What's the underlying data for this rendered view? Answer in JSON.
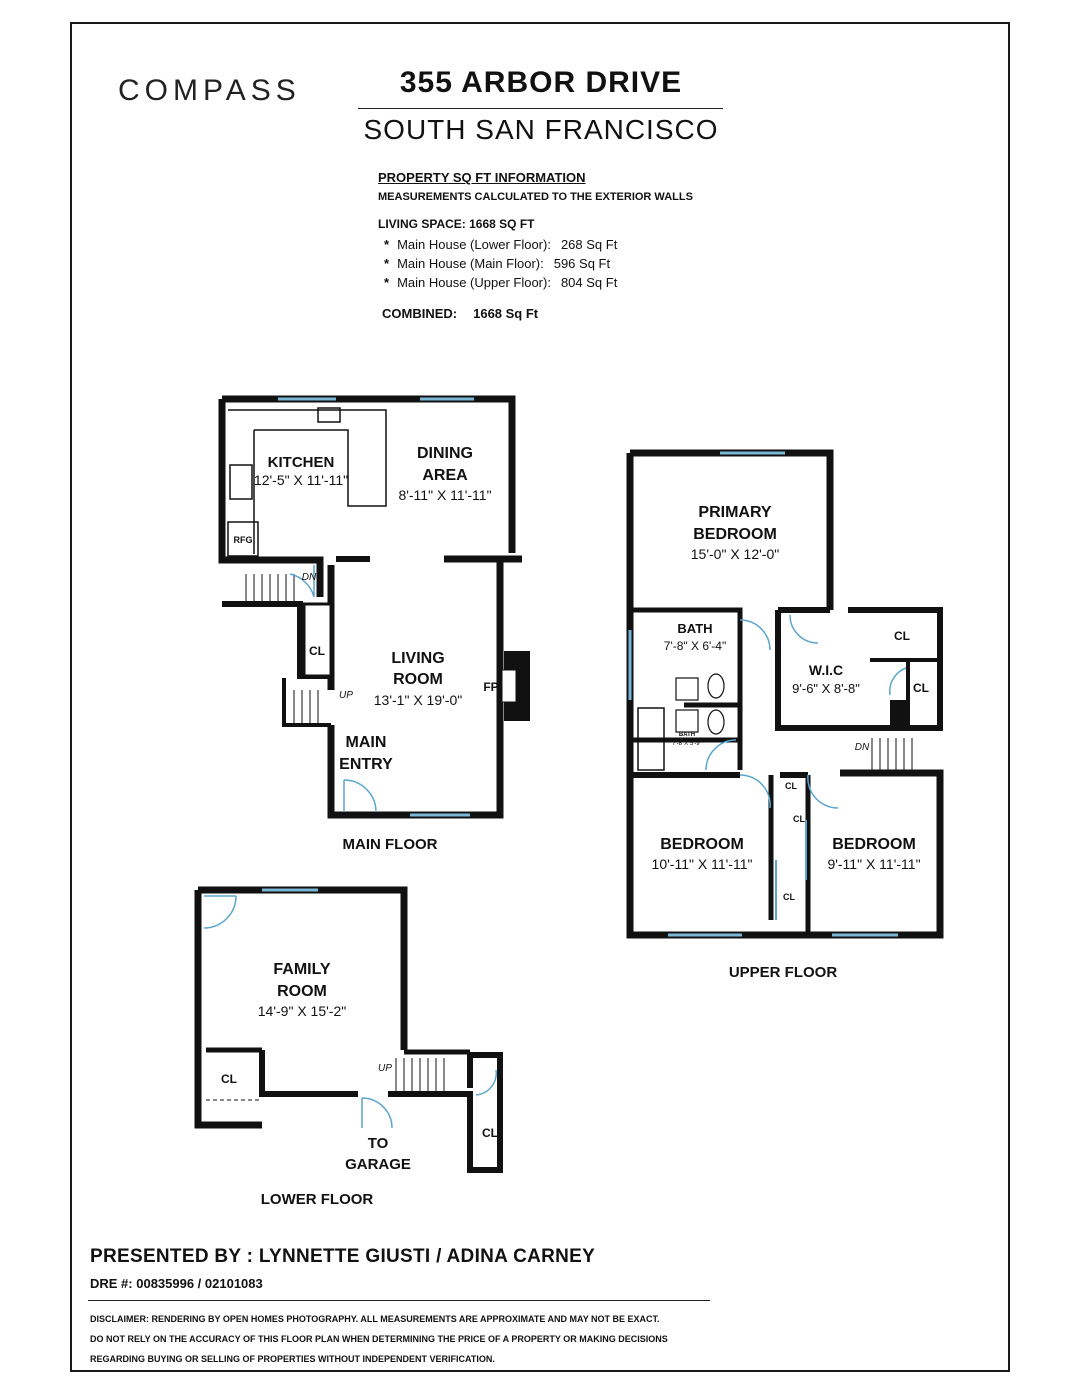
{
  "brand": {
    "logo": "COMPASS"
  },
  "header": {
    "address": "355 ARBOR DRIVE",
    "city": "SOUTH SAN FRANCISCO"
  },
  "info": {
    "heading": "PROPERTY SQ FT INFORMATION",
    "note": "MEASUREMENTS CALCULATED TO THE EXTERIOR WALLS",
    "living_space": "LIVING SPACE: 1668 SQ FT",
    "items": [
      {
        "label": "Main House (Lower Floor):",
        "value": "268 Sq Ft"
      },
      {
        "label": "Main House (Main Floor):",
        "value": "596 Sq Ft"
      },
      {
        "label": "Main House (Upper Floor):",
        "value": "804 Sq Ft"
      }
    ],
    "combined_label": "COMBINED:",
    "combined_value": "1668  Sq Ft"
  },
  "main_floor": {
    "title": "MAIN FLOOR",
    "kitchen": {
      "name": "KITCHEN",
      "dim": "12'-5\" X 11'-11\""
    },
    "dining": {
      "name1": "DINING",
      "name2": "AREA",
      "dim": "8'-11\" X 11'-11\""
    },
    "living": {
      "name1": "LIVING",
      "name2": "ROOM",
      "dim": "13'-1\" X 19'-0\""
    },
    "entry": {
      "name1": "MAIN",
      "name2": "ENTRY"
    },
    "rfg": "RFG",
    "cl": "CL",
    "fp": "FP",
    "up": "UP",
    "dn": "DN"
  },
  "upper_floor": {
    "title": "UPPER FLOOR",
    "primary": {
      "name1": "PRIMARY",
      "name2": "BEDROOM",
      "dim": "15'-0\" X 12'-0\""
    },
    "bath1": {
      "name": "BATH",
      "dim": "7'-8\" X 6'-4\""
    },
    "bath2": {
      "name": "BATH",
      "dim": "7'-8\"X 5'-9\""
    },
    "wic": {
      "name": "W.I.C",
      "dim": "9'-6\" X 8'-8\""
    },
    "bedroom1": {
      "name": "BEDROOM",
      "dim": "10'-11\" X 11'-11\""
    },
    "bedroom2": {
      "name": "BEDROOM",
      "dim": "9'-11\" X 11'-11\""
    },
    "cl": "CL",
    "dn": "DN"
  },
  "lower_floor": {
    "title": "LOWER FLOOR",
    "family": {
      "name1": "FAMILY",
      "name2": "ROOM",
      "dim": "14'-9\" X 15'-2\""
    },
    "garage1": "TO",
    "garage2": "GARAGE",
    "cl": "CL",
    "up": "UP"
  },
  "footer": {
    "presented": "PRESENTED BY : LYNNETTE GIUSTI / ADINA CARNEY",
    "dre": "DRE #:  00835996 / 02101083",
    "disclaimer_lines": [
      "DISCLAIMER: RENDERING BY OPEN HOMES PHOTOGRAPHY. ALL MEASUREMENTS ARE APPROXIMATE AND MAY NOT BE EXACT.",
      "DO NOT RELY ON THE ACCURACY OF THIS FLOOR PLAN WHEN DETERMINING THE PRICE OF A PROPERTY OR MAKING DECISIONS",
      "REGARDING BUYING OR SELLING OF PROPERTIES WITHOUT INDEPENDENT VERIFICATION."
    ]
  },
  "colors": {
    "wall": "#111111",
    "window": "#7ab8d8",
    "door": "#5aa6cf"
  }
}
